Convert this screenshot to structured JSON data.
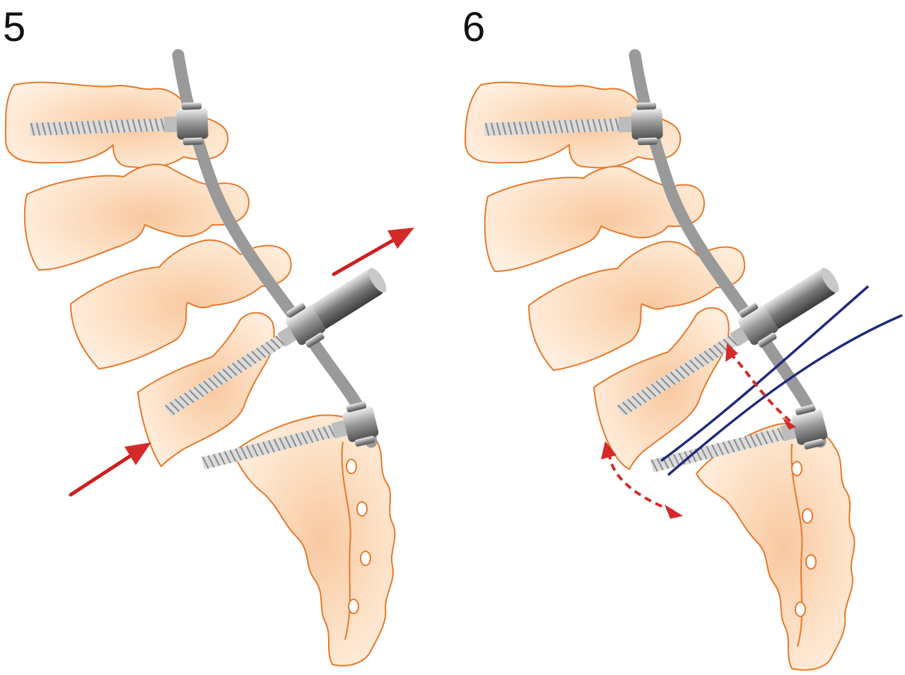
{
  "panels": [
    {
      "id": "5",
      "label": "5"
    },
    {
      "id": "6",
      "label": "6"
    }
  ],
  "colors": {
    "bone_fill": "#fddcbc",
    "bone_outline": "#e8782a",
    "rod": "#9a9a9a",
    "screw_metal": "#8e8e8e",
    "arrow_red": "#d42a2a",
    "osteotomy_line_blue": "#1f2a7a"
  }
}
